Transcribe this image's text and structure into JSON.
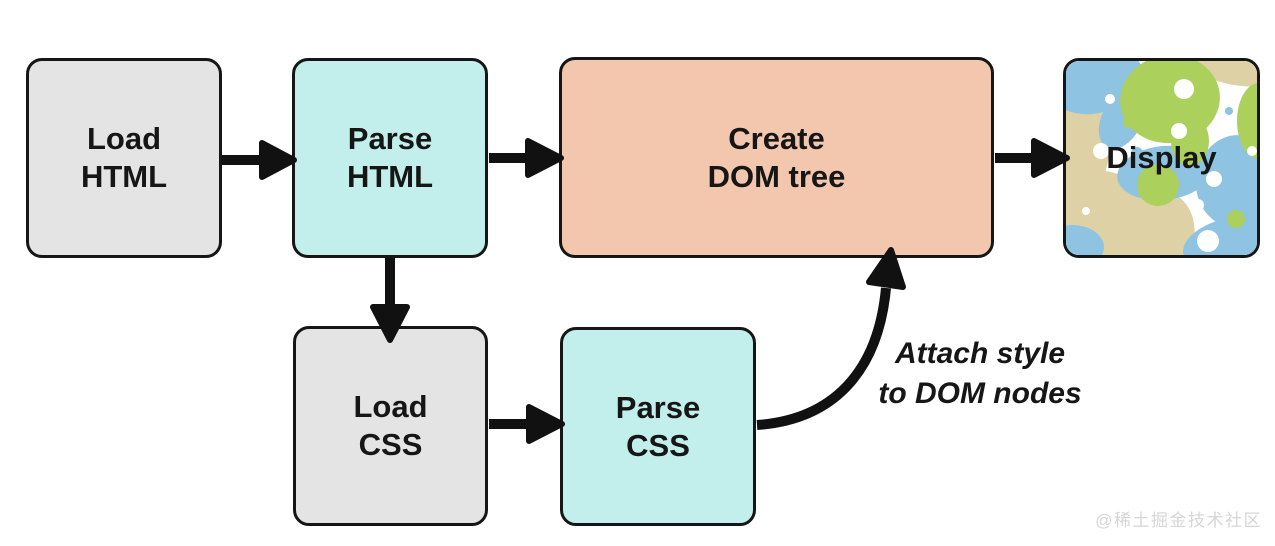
{
  "nodes": [
    {
      "id": "load-html",
      "lines": [
        "Load",
        "HTML"
      ],
      "fill": "#e4e4e4"
    },
    {
      "id": "parse-html",
      "lines": [
        "Parse",
        "HTML"
      ],
      "fill": "#c2eeeb"
    },
    {
      "id": "create-dom-tree",
      "lines": [
        "Create",
        "DOM tree"
      ],
      "fill": "#f2c7ae"
    },
    {
      "id": "display",
      "lines": [
        "Display"
      ],
      "fill": "blob-pattern"
    },
    {
      "id": "load-css",
      "lines": [
        "Load",
        "CSS"
      ],
      "fill": "#e4e4e4"
    },
    {
      "id": "parse-css",
      "lines": [
        "Parse",
        "CSS"
      ],
      "fill": "#c2eeeb"
    }
  ],
  "edges": [
    {
      "from": "load-html",
      "to": "parse-html"
    },
    {
      "from": "parse-html",
      "to": "create-dom-tree"
    },
    {
      "from": "create-dom-tree",
      "to": "display"
    },
    {
      "from": "parse-html",
      "to": "load-css"
    },
    {
      "from": "load-css",
      "to": "parse-css"
    },
    {
      "from": "parse-css",
      "to": "create-dom-tree",
      "annotated": true
    }
  ],
  "annotation": {
    "lines": [
      "Attach style",
      "to DOM nodes"
    ]
  },
  "watermark": "@稀土掘金技术社区",
  "colors": {
    "box_gray": "#e4e4e4",
    "box_cyan": "#c2eeeb",
    "box_salmon": "#f2c7ae",
    "stroke": "#161616",
    "arrow": "#111111",
    "pattern_green": "#abd05c",
    "pattern_blue": "#8fc3e2",
    "pattern_tan": "#ddd1a5",
    "watermark_gray": "#d6d6d6"
  }
}
